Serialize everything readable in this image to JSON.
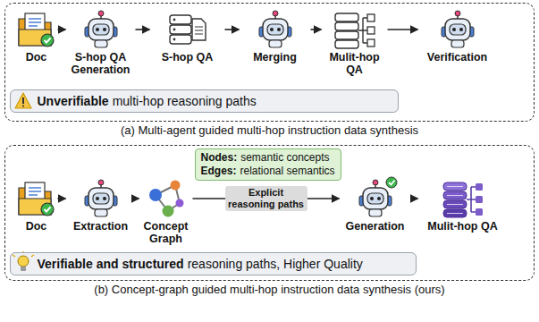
{
  "diagram": {
    "nodes": [
      {
        "text": [
          "(a) Multi-agent guided multi-hop instruction data synthesis"
        ]
      },
      {
        "text": [
          "Doc"
        ],
        "in": 0
      },
      {
        "text": [
          "S-hop QA Generation"
        ],
        "in": 0
      },
      {
        "text": [
          "S-hop QA"
        ],
        "in": 0
      },
      {
        "text": [
          "Merging"
        ],
        "in": 0
      },
      {
        "text": [
          "Mulit-hop QA"
        ],
        "in": 0
      },
      {
        "text": [
          "Verification"
        ],
        "in": 0
      },
      {
        "text": [
          "Unverifiable",
          "multi-hop reasoning paths"
        ],
        "in": 0
      },
      {
        "text": [
          "(b) Concept-graph guided multi-hop instruction data synthesis (ours)"
        ]
      },
      {
        "text": [
          "Doc"
        ],
        "in": 8
      },
      {
        "text": [
          "Extraction"
        ],
        "in": 8
      },
      {
        "text": [
          "Concept Graph"
        ],
        "in": 8
      },
      {
        "text": [
          "Nodes:",
          "semantic concepts",
          "Edges:",
          "relational semantics"
        ],
        "in": 8
      },
      {
        "text": [
          "Generation"
        ],
        "in": 8
      },
      {
        "text": [
          "Mulit-hop QA"
        ],
        "in": 8
      },
      {
        "text": [
          "Verifiable and structured",
          "reasoning paths, Higher Quality"
        ],
        "in": 8
      }
    ],
    "edges": [
      {
        "from": 1,
        "to": 2,
        "arrow": "to"
      },
      {
        "from": 2,
        "to": 3,
        "arrow": "to"
      },
      {
        "from": 3,
        "to": 4,
        "arrow": "to"
      },
      {
        "from": 4,
        "to": 5,
        "arrow": "to"
      },
      {
        "from": 5,
        "to": 6,
        "arrow": "to"
      },
      {
        "from": 9,
        "to": 10,
        "arrow": "to"
      },
      {
        "from": 10,
        "to": 11,
        "arrow": "to"
      },
      {
        "from": 11,
        "to": 13,
        "label": "Explicit reasoning paths",
        "arrow": "to"
      },
      {
        "from": 13,
        "to": 14,
        "arrow": "to"
      }
    ]
  }
}
